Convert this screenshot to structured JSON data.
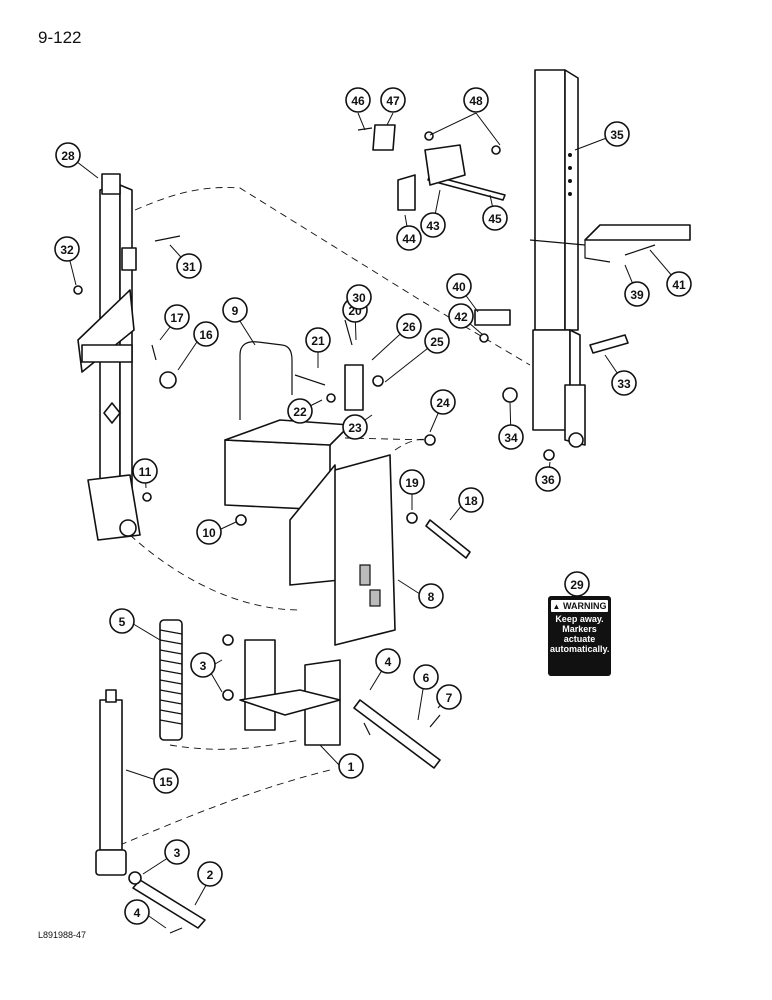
{
  "page_number": "9-122",
  "figure_id": "L891988-47",
  "warning_decal": {
    "heading": "WARNING",
    "message_lines": [
      "Keep away.",
      "Markers",
      "actuate",
      "automatically."
    ]
  },
  "callouts": [
    "1",
    "2",
    "3",
    "3",
    "4",
    "4",
    "5",
    "6",
    "7",
    "8",
    "9",
    "10",
    "11",
    "15",
    "16",
    "17",
    "18",
    "19",
    "20",
    "21",
    "22",
    "23",
    "24",
    "25",
    "26",
    "28",
    "29",
    "30",
    "31",
    "32",
    "33",
    "34",
    "35",
    "36",
    "39",
    "40",
    "41",
    "42",
    "43",
    "44",
    "45",
    "46",
    "47",
    "48"
  ]
}
